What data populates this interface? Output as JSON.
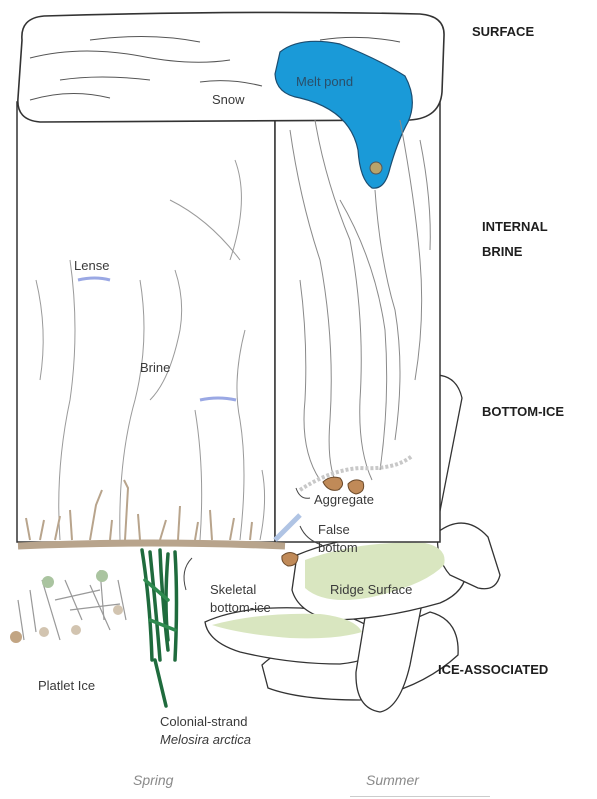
{
  "zones": {
    "surface": "SURFACE",
    "internal_line1": "INTERNAL",
    "internal_line2": "BRINE",
    "bottom_ice": "BOTTOM-ICE",
    "ice_associated": "ICE-ASSOCIATED"
  },
  "labels": {
    "snow": "Snow",
    "melt_pond": "Melt pond",
    "lense": "Lense",
    "brine": "Brine",
    "aggregate": "Aggregate",
    "false_bottom_line1": "False",
    "false_bottom_line2": "bottom",
    "skeletal_line1": "Skeletal",
    "skeletal_line2": "bottom-ice",
    "ridge_surface": "Ridge Surface",
    "platlet_ice": "Platlet Ice",
    "colonial_strand": "Colonial-strand",
    "species": "Melosira arctica"
  },
  "seasons": {
    "spring": "Spring",
    "summer": "Summer"
  },
  "colors": {
    "melt_pond": "#1a9ad8",
    "skeletal_layer": "#b8a48c",
    "green_strand": "#1f6b3d",
    "ridge_surface": "#d9e6c0",
    "aggregate": "#c08a58",
    "outline": "#333333",
    "false_bottom": "#b0c4e4"
  }
}
